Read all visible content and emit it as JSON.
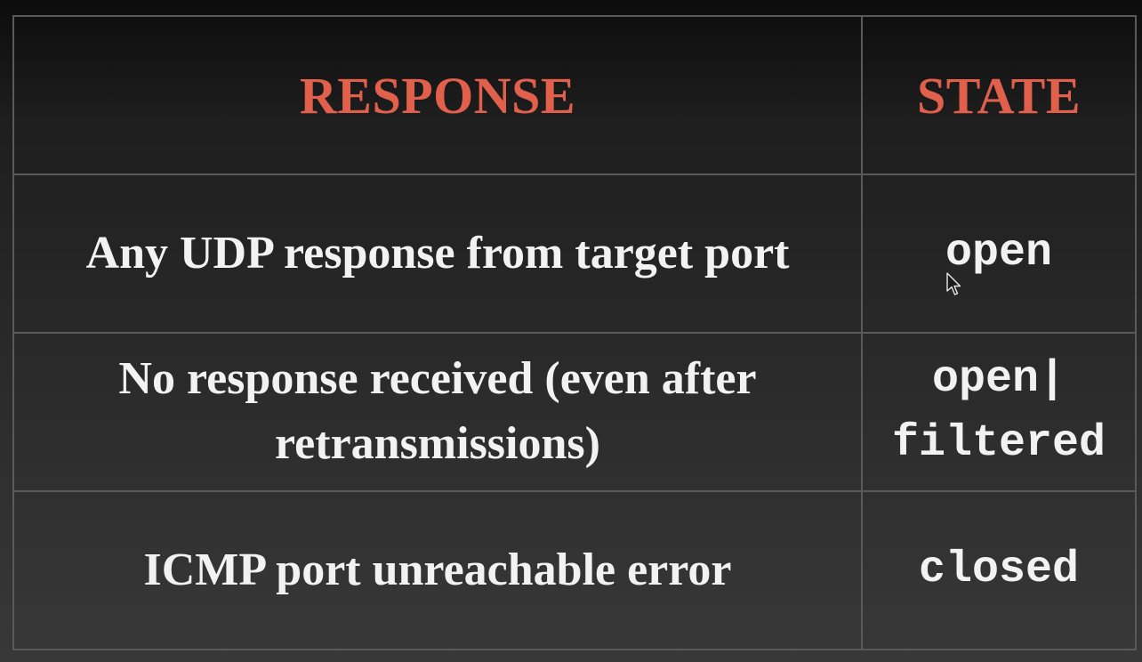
{
  "table": {
    "headers": {
      "response": "RESPONSE",
      "state": "STATE"
    },
    "rows": [
      {
        "response": "Any UDP response from target port",
        "state_lines": [
          "open"
        ]
      },
      {
        "response": "No response received (even after retransmissions)",
        "state_lines": [
          "open|",
          "filtered"
        ]
      },
      {
        "response": "ICMP port unreachable error",
        "state_lines": [
          "closed"
        ]
      }
    ]
  },
  "colors": {
    "header_text": "#e0604c",
    "body_text": "#f2f2f2",
    "grid_line": "#5a5a5a",
    "background": "#2a2a2a"
  },
  "icons": {
    "cursor": "mouse-pointer-icon"
  }
}
